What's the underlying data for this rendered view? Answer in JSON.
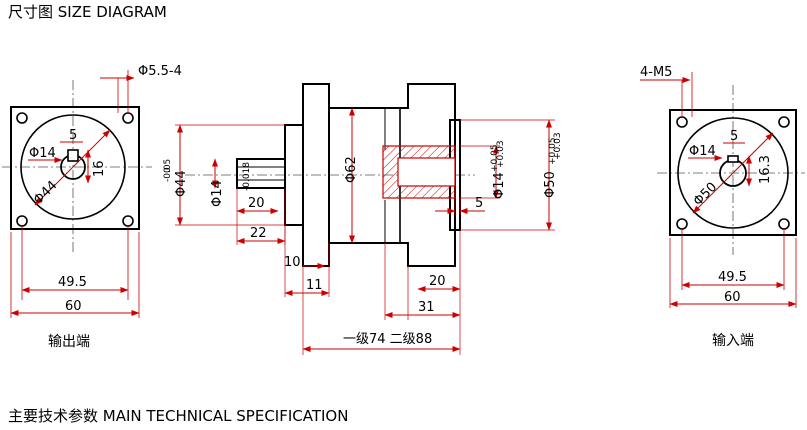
{
  "page": {
    "title": "尺寸图  SIZE DIAGRAM",
    "footer": "主要技术参数  MAIN TECHNICAL SPECIFICATION"
  },
  "colors": {
    "outline": "#000000",
    "dimension": "#cc0000",
    "centerline": "#333333"
  },
  "output_view": {
    "caption": "输出端",
    "hole_callout": "Φ5.5-4",
    "dim_key": "5",
    "dim_phi14": "Φ14",
    "dim_16": "16",
    "dim_phi44": "Φ44",
    "dim_49_5": "49.5",
    "dim_60": "60"
  },
  "side_view": {
    "dim_phi44_tol": "Φ44",
    "tol_phi44_upper": "0",
    "tol_phi44_lower": "-0.05",
    "dim_phi14": "Φ14",
    "tol_phi14": "-0.018",
    "dim_20_shaft": "20",
    "dim_22": "22",
    "dim_phi62": "Φ62",
    "dim_10": "10",
    "dim_11": "11",
    "dim_phi14_bore": "Φ14",
    "tol_bore_upper": "+0.05",
    "tol_bore_lower": "+0.03",
    "dim_phi50": "Φ50",
    "tol_phi50_upper": "+0.05",
    "tol_phi50_lower": "+0.03",
    "dim_5": "5",
    "dim_20_right": "20",
    "dim_31": "31",
    "dim_length": "一级74 二级88"
  },
  "input_view": {
    "caption": "输入端",
    "hole_callout": "4-M5",
    "dim_key": "5",
    "dim_phi14": "Φ14",
    "dim_16_3": "16.3",
    "dim_phi50": "Φ50",
    "dim_49_5": "49.5",
    "dim_60": "60"
  }
}
